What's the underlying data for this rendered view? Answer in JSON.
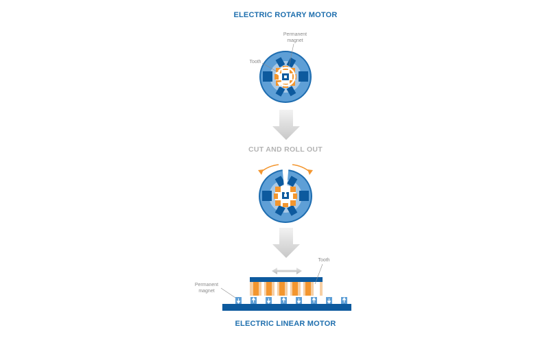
{
  "titles": {
    "rotary": "ELECTRIC ROTARY MOTOR",
    "step": "CUT AND ROLL OUT",
    "linear": "ELECTRIC LINEAR MOTOR"
  },
  "labels": {
    "rotary_magnet_line1": "Permanent",
    "rotary_magnet_line2": "magnet",
    "rotary_tooth": "Tooth",
    "linear_tooth": "Tooth",
    "linear_magnet_line1": "Permanent",
    "linear_magnet_line2": "magnet"
  },
  "colors": {
    "title_blue": "#1f6fae",
    "dark_blue": "#0d5a9e",
    "ring_blue": "#5e9fd6",
    "light_blue": "#a9c9e6",
    "orange": "#f3962f",
    "grey_text": "#8a8a8a",
    "arrow_grey": "#d3d3d3"
  },
  "icons": [
    "rotation-arrow-icon",
    "down-arrow-icon",
    "double-arrow-icon",
    "magnet-up-arrow-icon",
    "magnet-down-arrow-icon"
  ]
}
